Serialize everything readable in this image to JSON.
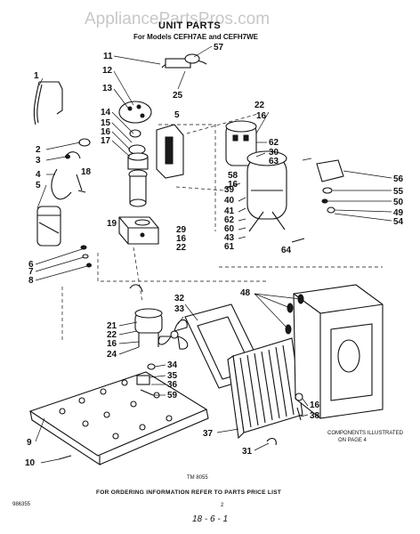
{
  "header": {
    "watermark": "AppliancePartsPros.com",
    "title": "UNIT PARTS",
    "subtitle": "For Models CEFH7AE and CEFH7WE"
  },
  "note": {
    "line1": "COMPONENTS ILLUSTRATED",
    "line2": "ON PAGE 4"
  },
  "footer": {
    "tm_code": "TM 8055",
    "instruction": "FOR ORDERING INFORMATION REFER TO PARTS PRICE LIST",
    "left_code": "986355",
    "page_num": "2",
    "handwritten": "18 - 6 - 1"
  },
  "callouts": [
    {
      "id": "c1",
      "text": "1"
    },
    {
      "id": "c2",
      "text": "2"
    },
    {
      "id": "c3",
      "text": "3"
    },
    {
      "id": "c4",
      "text": "4"
    },
    {
      "id": "c5a",
      "text": "5"
    },
    {
      "id": "c6",
      "text": "6"
    },
    {
      "id": "c7",
      "text": "7"
    },
    {
      "id": "c8",
      "text": "8"
    },
    {
      "id": "c9",
      "text": "9"
    },
    {
      "id": "c10",
      "text": "10"
    },
    {
      "id": "c11",
      "text": "11"
    },
    {
      "id": "c12",
      "text": "12"
    },
    {
      "id": "c13",
      "text": "13"
    },
    {
      "id": "c14",
      "text": "14"
    },
    {
      "id": "c15",
      "text": "15"
    },
    {
      "id": "c16a",
      "text": "16"
    },
    {
      "id": "c17",
      "text": "17"
    },
    {
      "id": "c18",
      "text": "18"
    },
    {
      "id": "c19",
      "text": "19"
    },
    {
      "id": "c29",
      "text": "29"
    },
    {
      "id": "c16b",
      "text": "16"
    },
    {
      "id": "c22a",
      "text": "22"
    },
    {
      "id": "c25",
      "text": "25"
    },
    {
      "id": "c5b",
      "text": "5"
    },
    {
      "id": "c57",
      "text": "57"
    },
    {
      "id": "c22b",
      "text": "22"
    },
    {
      "id": "c16c",
      "text": "16"
    },
    {
      "id": "c62a",
      "text": "62"
    },
    {
      "id": "c30",
      "text": "30"
    },
    {
      "id": "c63",
      "text": "63"
    },
    {
      "id": "c58",
      "text": "58"
    },
    {
      "id": "c16d",
      "text": "16"
    },
    {
      "id": "c39",
      "text": "39"
    },
    {
      "id": "c40",
      "text": "40"
    },
    {
      "id": "c41",
      "text": "41"
    },
    {
      "id": "c62b",
      "text": "62"
    },
    {
      "id": "c60",
      "text": "60"
    },
    {
      "id": "c43",
      "text": "43"
    },
    {
      "id": "c61",
      "text": "61"
    },
    {
      "id": "c56",
      "text": "56"
    },
    {
      "id": "c55",
      "text": "55"
    },
    {
      "id": "c50",
      "text": "50"
    },
    {
      "id": "c49",
      "text": "49"
    },
    {
      "id": "c54",
      "text": "54"
    },
    {
      "id": "c64",
      "text": "64"
    },
    {
      "id": "c48",
      "text": "48"
    },
    {
      "id": "c32",
      "text": "32"
    },
    {
      "id": "c33",
      "text": "33"
    },
    {
      "id": "c21",
      "text": "21"
    },
    {
      "id": "c22c",
      "text": "22"
    },
    {
      "id": "c16e",
      "text": "16"
    },
    {
      "id": "c24",
      "text": "24"
    },
    {
      "id": "c34",
      "text": "34"
    },
    {
      "id": "c35",
      "text": "35"
    },
    {
      "id": "c36",
      "text": "36"
    },
    {
      "id": "c59",
      "text": "59"
    },
    {
      "id": "c37",
      "text": "37"
    },
    {
      "id": "c31",
      "text": "31"
    },
    {
      "id": "c38",
      "text": "38"
    },
    {
      "id": "c16f",
      "text": "16"
    }
  ]
}
